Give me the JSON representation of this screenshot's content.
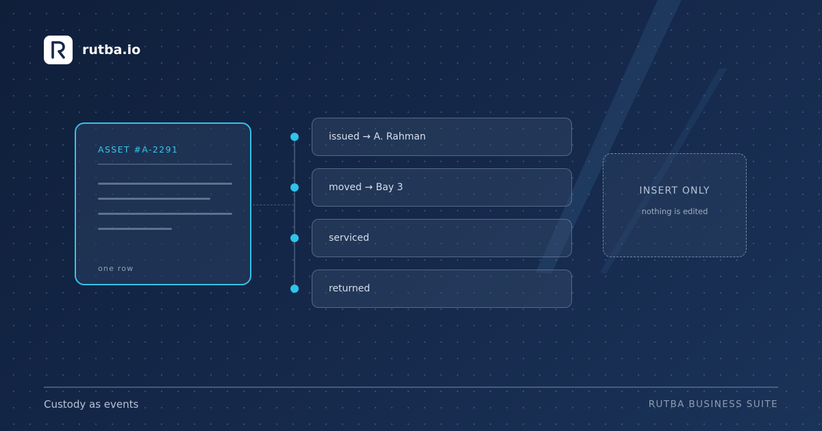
{
  "brand": {
    "logo_letter": "R",
    "name": "rutba.io"
  },
  "asset_card": {
    "title": "ASSET #A-2291",
    "footer": "one row",
    "accent_color": "#35c4e6"
  },
  "timeline": {
    "events": [
      {
        "label": "issued → A. Rahman"
      },
      {
        "label": "moved → Bay 3"
      },
      {
        "label": "serviced"
      },
      {
        "label": "returned"
      }
    ],
    "dot_color": "#2fc4ea"
  },
  "insert_box": {
    "title": "INSERT ONLY",
    "subtitle": "nothing is edited"
  },
  "footer": {
    "left": "Custody as events",
    "right": "RUTBA BUSINESS SUITE"
  },
  "colors": {
    "background": "#15284a",
    "accent": "#35c4e6"
  }
}
